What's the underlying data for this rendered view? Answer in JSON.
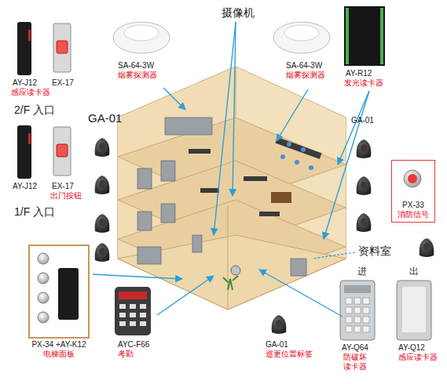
{
  "diagram": {
    "nodes": [
      {
        "text": [
          "PX-33",
          "消防信号"
        ]
      },
      {
        "text": [
          "PX-34 +AY-K12",
          "电梯面板"
        ]
      }
    ],
    "labels": [
      "AY-J12",
      "EX-17",
      "感应读卡器",
      "2/F 入口",
      "AY-J12",
      "EX-17",
      "出门按钮",
      "1/F 入口",
      "SA-64-3W",
      "烟雾探测器",
      "SA-64-3W",
      "烟雾探测器",
      "摄像机",
      "AY-R12",
      "发光读卡器",
      "GA-01",
      "GA-01",
      "资料室",
      "AYC-F66",
      "考勤",
      "GA-01",
      "巡更位置标签",
      "进",
      "AY-Q64",
      "防破坏 读卡器",
      "出",
      "AY-Q12",
      "感应读卡器"
    ]
  }
}
